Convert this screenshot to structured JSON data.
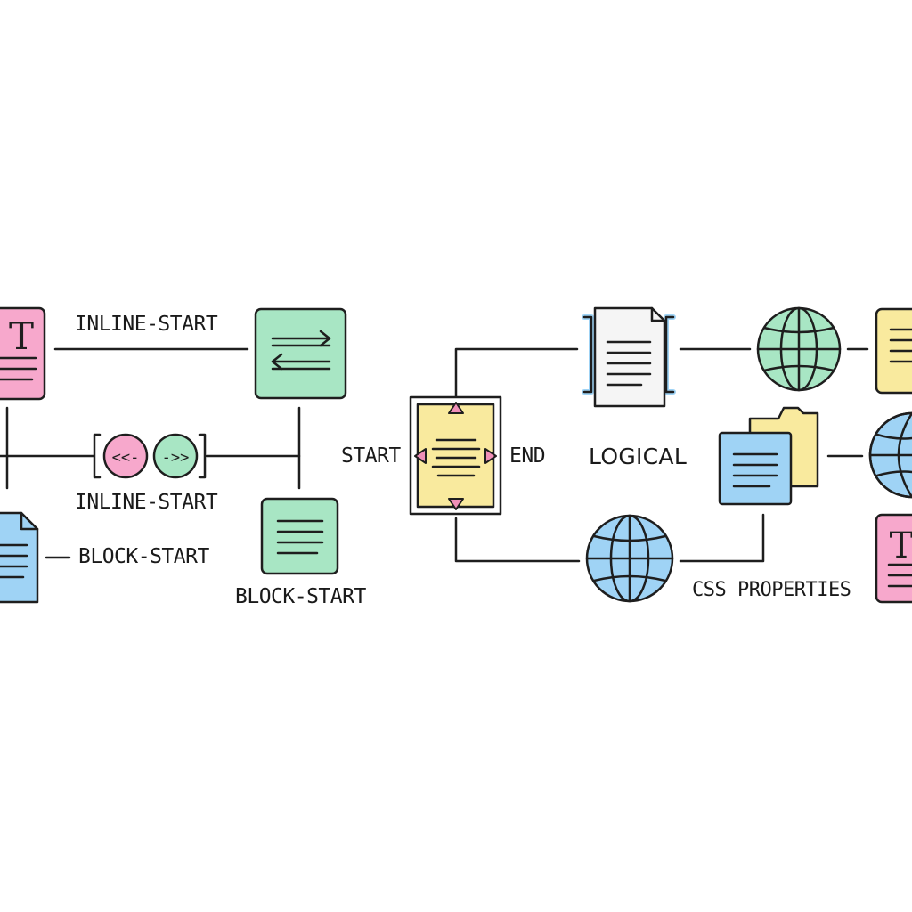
{
  "labels": {
    "inline_start_top": "INLINE-START",
    "inline_start_mid": "INLINE-START",
    "block_start_left": "BLOCK-START",
    "block_start_bottom": "BLOCK-START",
    "start": "START",
    "end": "END",
    "logical": "LOGICAL",
    "css_properties": "CSS PROPERTIES"
  },
  "glyphs": {
    "text_t": "T",
    "arrow_left": "<<-",
    "arrow_right": "->>"
  },
  "colors": {
    "pink": "#f7a8cc",
    "green": "#a8e6c4",
    "blue": "#9fd3f5",
    "yellow": "#f9ea9e",
    "stroke": "#1e1e1e",
    "triangle": "#f08fb8"
  }
}
